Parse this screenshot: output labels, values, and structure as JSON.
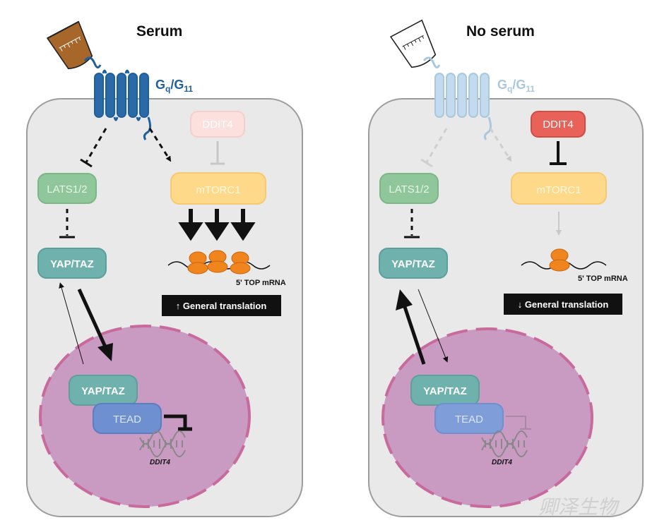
{
  "left_panel": {
    "title": "Serum",
    "receptor_label": "G",
    "receptor_sub_q": "q",
    "receptor_slash": "/G",
    "receptor_sub_11": "11",
    "ddit4_label": "DDIT4",
    "lats_label": "LATS1/2",
    "mtorc1_label": "mTORC1",
    "yap_label": "YAP/TAZ",
    "nuclear_yap_label": "YAP/TAZ",
    "tead_label": "TEAD",
    "gene_label": "DDIT4",
    "mrna_label": "5' TOP mRNA",
    "banner_label": "↑ General translation"
  },
  "right_panel": {
    "title": "No serum",
    "receptor_label": "G",
    "receptor_sub_q": "q",
    "receptor_slash": "/G",
    "receptor_sub_11": "11",
    "ddit4_label": "DDIT4",
    "lats_label": "LATS1/2",
    "mtorc1_label": "mTORC1",
    "yap_label": "YAP/TAZ",
    "nuclear_yap_label": "YAP/TAZ",
    "tead_label": "TEAD",
    "gene_label": "DDIT4",
    "mrna_label": "5' TOP mRNA",
    "banner_label": "↓ General translation"
  },
  "watermark": "卿泽生物",
  "colors": {
    "receptor_active": "#1f5f9b",
    "receptor_faded": "#b7d3e6",
    "cell_fill": "#e9e9e9",
    "nucleus_fill": "#c99bc3",
    "lats_fill": "#8fc79a",
    "yap_fill": "#6fb1ad",
    "tead_fill": "#6e8fd0",
    "mtorc1_fill": "#ffd98a",
    "ddit4_active": "#e8625a",
    "ribosome": "#f0851e",
    "banner": "#111111"
  }
}
